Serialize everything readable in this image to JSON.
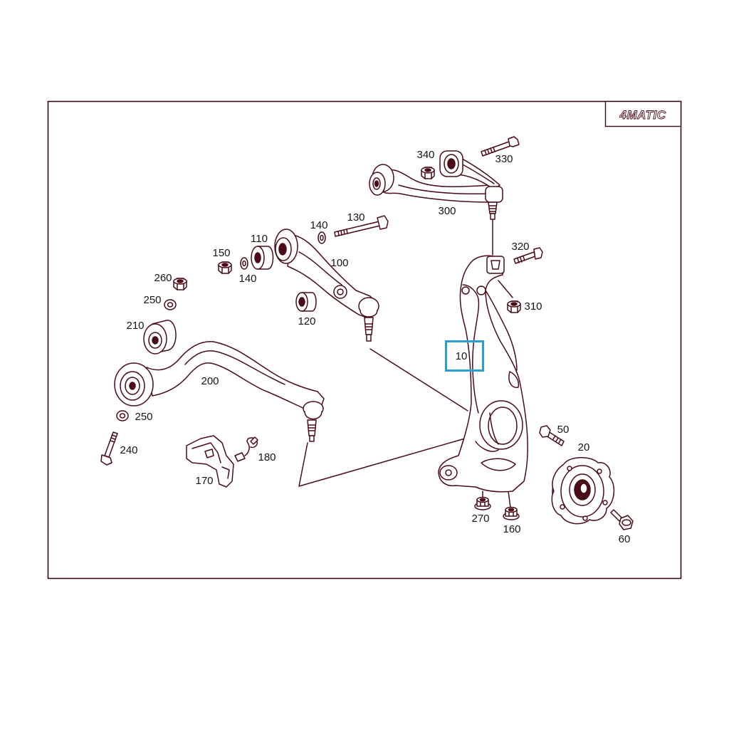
{
  "badge": {
    "text": "4MATIC"
  },
  "callouts": [
    {
      "label": "340"
    },
    {
      "label": "330"
    },
    {
      "label": "300"
    },
    {
      "label": "130"
    },
    {
      "label": "140"
    },
    {
      "label": "110"
    },
    {
      "label": "150"
    },
    {
      "label": "140"
    },
    {
      "label": "100"
    },
    {
      "label": "120"
    },
    {
      "label": "260"
    },
    {
      "label": "250"
    },
    {
      "label": "210"
    },
    {
      "label": "200"
    },
    {
      "label": "250"
    },
    {
      "label": "240"
    },
    {
      "label": "180"
    },
    {
      "label": "170"
    },
    {
      "label": "10",
      "selected": true
    },
    {
      "label": "320"
    },
    {
      "label": "310"
    },
    {
      "label": "50"
    },
    {
      "label": "20"
    },
    {
      "label": "270"
    },
    {
      "label": "160"
    },
    {
      "label": "60"
    }
  ],
  "colors": {
    "line": "#4a0c17",
    "frame": "#3a0a12",
    "highlight": "#2a9fd6"
  }
}
